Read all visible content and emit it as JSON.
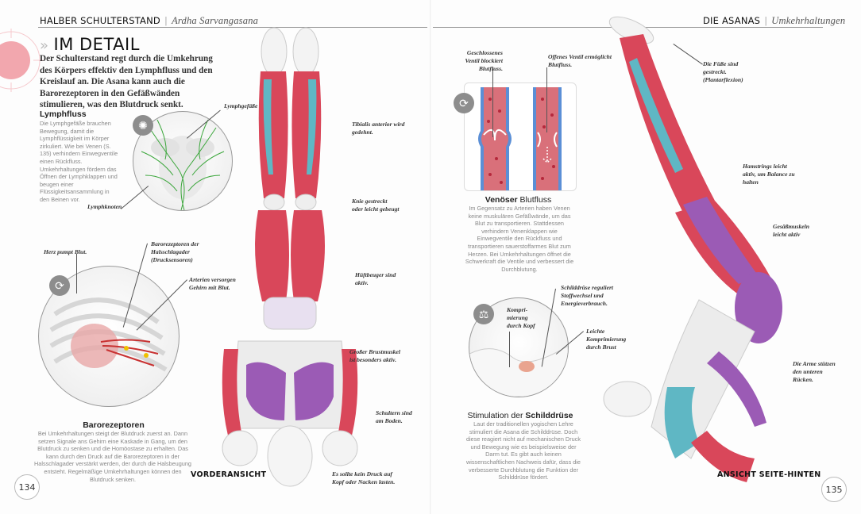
{
  "left_page": {
    "running_head": {
      "section": "HALBER SCHULTERSTAND",
      "subtitle": "Ardha Sarvangasana"
    },
    "title_chevron": "»",
    "title": "IM DETAIL",
    "intro": "Der Schulterstand regt durch die Umkehrung des Körpers effektiv den Lymphfluss und den Kreislauf an. Die Asana kann auch die Barorezeptoren in den Gefäßwänden stimulieren, was den Blutdruck senkt.",
    "lymph": {
      "heading": "Lymphfluss",
      "text": "Die Lymphgefäße brauchen Bewegung, damit die Lymphflüssigkeit im Körper zirkuliert. Wie bei Venen (S. 135) verhindern Einwegventile einen Rückfluss. Umkehrhaltungen fördern das Öffnen der Lymphklappen und beugen einer Flüssigkeitsansammlung in den Beinen vor.",
      "icon": "virus-shield-icon",
      "labels": {
        "vessels": "Lymphgefäße",
        "nodes": "Lymphknoten"
      }
    },
    "baro": {
      "heading": "Barorezeptoren",
      "text": "Bei Umkehrhaltungen steigt der Blutdruck zuerst an. Dann setzen Signale ans Gehirn eine Kaskade in Gang, um den Blutdruck zu senken und die Homöostase zu erhalten. Das kann durch den Druck auf die Barorezeptoren in der Halsschlagader verstärkt werden, der durch die Halsbeugung entsteht. Regelmäßige Umkehrhaltungen können den Blutdruck senken.",
      "icon": "circulation-icon",
      "labels": {
        "heart": "Herz pumpt Blut.",
        "receptors": "Barorezeptoren der Halsschlagader (Drucksensoren)",
        "arteries": "Arterien versorgen Gehirn mit Blut."
      }
    },
    "front_labels": {
      "tibialis": "Tibialis anterior wird gedehnt.",
      "knee": "Knie gestreckt oder leicht gebeugt",
      "hip": "Hüftbeuger sind aktiv.",
      "chest": "Großer Brustmuskel ist besonders aktiv.",
      "shoulders": "Schultern sind am Boden.",
      "head": "Es sollte kein Druck auf Kopf oder Nacken lasten."
    },
    "view_label": "VORDERANSICHT",
    "page_number": "134"
  },
  "right_page": {
    "running_head": {
      "section": "DIE ASANAS",
      "subtitle": "Umkehrhaltungen"
    },
    "veins": {
      "closed_label": "Geschlossenes Ventil blockiert Blutfluss.",
      "open_label": "Offenes Ventil ermöglicht Blutfluss.",
      "heading_bold": "Venöser",
      "heading_rest": " Blutfluss",
      "text": "Im Gegensatz zu Arterien haben Venen keine muskulären Gefäßwände, um das Blut zu transportieren. Stattdessen verhindern Venenklappen wie Einwegventile den Rückfluss und transportieren sauerstoffarmes Blut zum Herzen. Bei Umkehrhaltungen öffnet die Schwerkraft die Ventile und verbessert die Durchblutung.",
      "icon": "circulation-icon"
    },
    "thyroid": {
      "labels": {
        "regulates": "Schilddrüse reguliert Stoffwechsel und Energieverbrauch.",
        "head_compression": "Kompri-mierung durch Kopf",
        "chest_compression": "Leichte Komprimierung durch Brust"
      },
      "heading_rest": "Stimulation der ",
      "heading_bold": "Schilddrüse",
      "text": "Laut der traditionellen yogischen Lehre stimuliert die Asana die Schilddrüse. Doch diese reagiert nicht auf mechanischen Druck und Bewegung wie es beispielsweise der Darm tut. Es gibt auch keinen wissenschaftlichen Nachweis dafür, dass die verbesserte Durchblutung die Funktion der Schilddrüse fördert.",
      "icon": "balance-scale-icon"
    },
    "side_labels": {
      "feet": "Die Füße sind gestreckt. (Plantarflexion)",
      "hamstrings": "Hamstrings leicht aktiv, um Balance zu halten",
      "glutes": "Gesäßmuskeln leicht aktiv",
      "arms": "Die Arme stützen den unteren Rücken."
    },
    "view_label": "ANSICHT SEITE-HINTEN",
    "page_number": "135"
  },
  "colors": {
    "muscle_red": "#d9475a",
    "muscle_purple": "#9b5bb5",
    "tendon_teal": "#5fb7c4",
    "lymph_green": "#3aa63a",
    "accent_pink": "#f2a7ae"
  }
}
